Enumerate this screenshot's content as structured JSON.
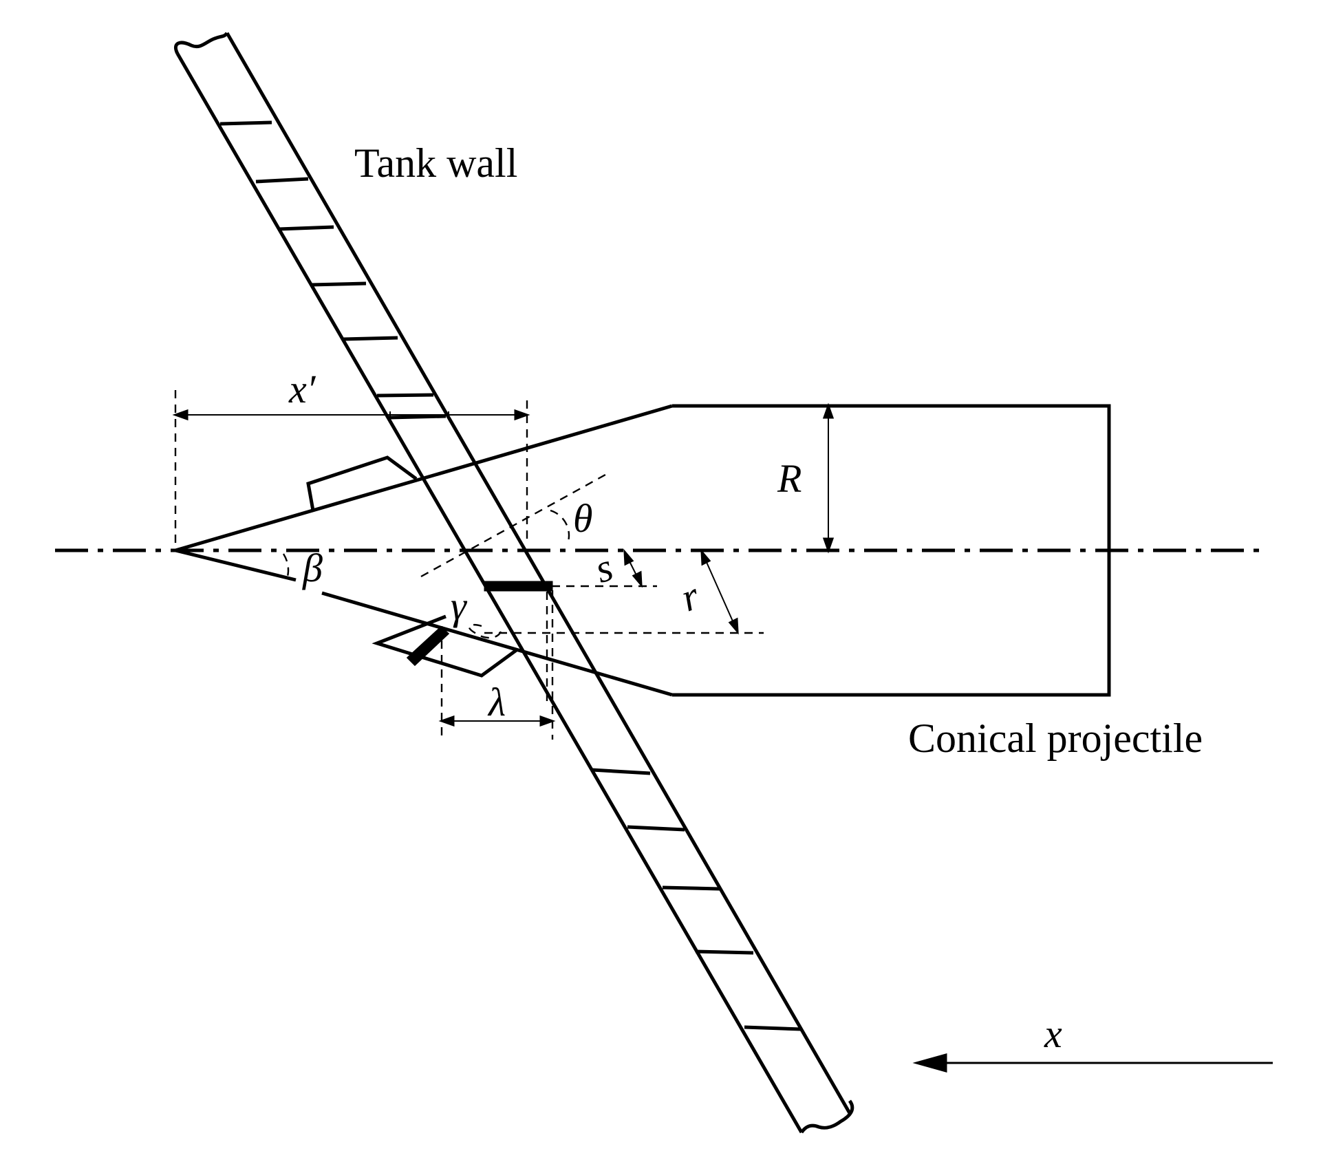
{
  "labels": {
    "tank_wall": "Tank wall",
    "conical_projectile": "Conical projectile",
    "x_prime": "x′",
    "R": "R",
    "theta": "θ",
    "beta": "β",
    "s": "s",
    "r": "r",
    "gamma": "γ",
    "lambda": "λ",
    "x": "x"
  },
  "colors": {
    "ink": "#000000",
    "background": "#ffffff"
  }
}
